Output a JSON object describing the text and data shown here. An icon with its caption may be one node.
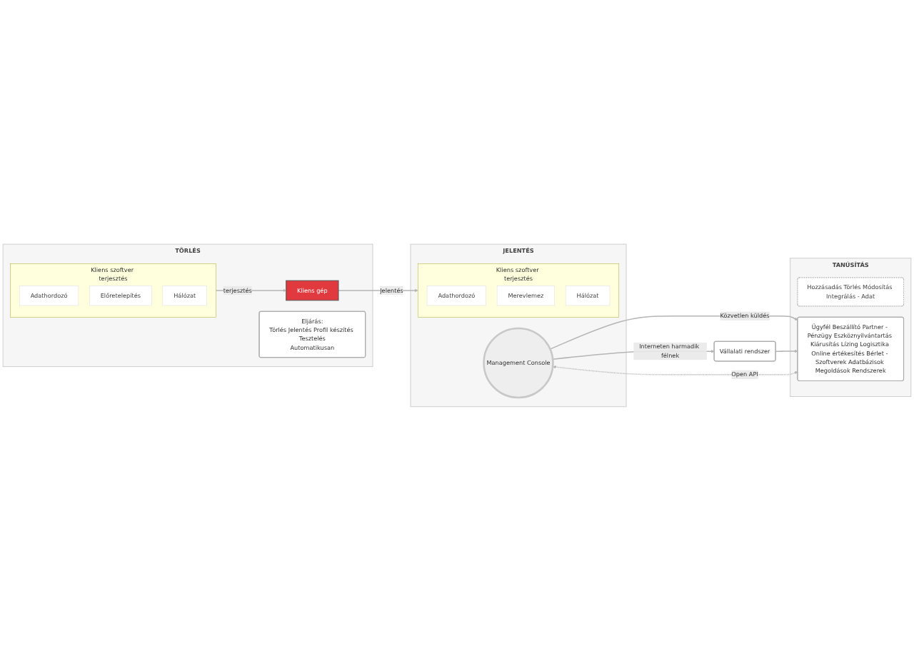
{
  "diagram": {
    "nodes": [
      {
        "text": [
          "TÖRLÉS"
        ]
      },
      {
        "text": [
          "Kliens szoftver terjesztés"
        ],
        "in": 0
      },
      {
        "text": [
          "Adathordozó"
        ],
        "in": 1
      },
      {
        "text": [
          "Előretelepítés"
        ],
        "in": 1
      },
      {
        "text": [
          "Hálózat"
        ],
        "in": 1
      },
      {
        "text": [
          "Kliens gép"
        ],
        "in": 0
      },
      {
        "text": [
          "Eljárás:",
          "Törlés Jelentés Profil készítés Tesztelés",
          "Automatikusan"
        ],
        "in": 0
      },
      {
        "text": [
          "JELENTÉS"
        ]
      },
      {
        "text": [
          "Kliens szoftver terjesztés"
        ],
        "in": 7
      },
      {
        "text": [
          "Adathordozó"
        ],
        "in": 8
      },
      {
        "text": [
          "Merevlemez"
        ],
        "in": 8
      },
      {
        "text": [
          "Hálózat"
        ],
        "in": 8
      },
      {
        "text": [
          "Management Console"
        ],
        "in": 7
      },
      {
        "text": [
          "Vállalati rendszer"
        ]
      },
      {
        "text": [
          "TANÚSÍTÁS"
        ]
      },
      {
        "text": [
          "Hozzásadás Törlés Módosítás Integrálás - Adat"
        ],
        "in": 14
      },
      {
        "text": [
          "Ügyfél Beszállító Partner - Pénzügy Eszköznyilvántartás Kiárusítás Lízing Logisztika Online értékesítés Bérlet - Szoftverek Adatbázisok Megoldások Rendszerek"
        ],
        "in": 14
      }
    ],
    "edges": [
      {
        "from": 1,
        "to": 5,
        "arrow": "to",
        "label": "terjesztés"
      },
      {
        "from": 5,
        "to": 8,
        "arrow": "to",
        "label": "Jelentés"
      },
      {
        "from": 12,
        "to": 13,
        "arrow": "to",
        "label": "Interneten harmadik félnek"
      },
      {
        "from": 12,
        "to": 16,
        "arrow": "to",
        "label": "Közvetlen küldés"
      },
      {
        "from": 13,
        "to": 16,
        "arrow": "to"
      },
      {
        "from": 12,
        "to": 16,
        "arrow": "both",
        "label": "Open API",
        "style": "dashed"
      }
    ]
  }
}
